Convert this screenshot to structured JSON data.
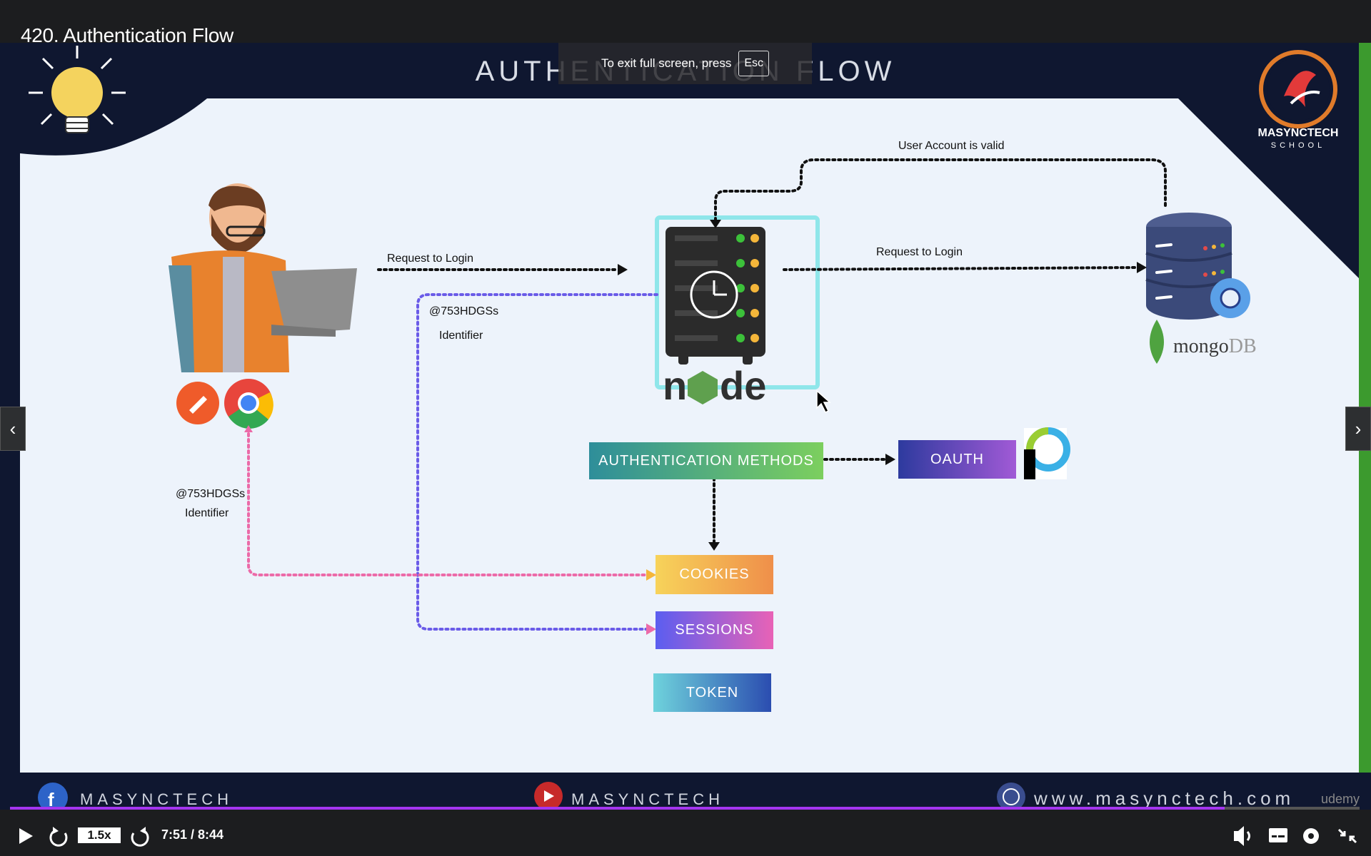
{
  "lecture": {
    "title": "420. Authentication Flow"
  },
  "slide": {
    "title": "AUTHENTICATION FLOW",
    "brand_name": "MASYNCTECH",
    "brand_sub": "SCHOOL",
    "labels": {
      "request_login_left": "Request to Login",
      "request_login_right": "Request to Login",
      "user_account_valid": "User Account is valid",
      "identifier_code_1": "@753HDGSs",
      "identifier_1": "Identifier",
      "identifier_code_2": "@753HDGSs",
      "identifier_2": "Identifier",
      "mongo_part1": "mongo",
      "mongo_part2": "DB"
    },
    "methods": {
      "auth_methods": "AUTHENTICATION METHODS",
      "oauth": "OAUTH",
      "cookies": "COOKIES",
      "sessions": "SESSIONS",
      "token": "TOKEN"
    },
    "footer": {
      "facebook": "MASYNCTECH",
      "youtube": "MASYNCTECH",
      "website": "www.masynctech.com",
      "watermark": "udemy"
    },
    "colors": {
      "accent_purple": "#a435f0",
      "slide_bg": "#edf3fb",
      "dark_bg": "#0f1730"
    }
  },
  "overlay": {
    "fullscreen_hint": "To exit full screen, press",
    "key": "Esc"
  },
  "player": {
    "speed": "1.5x",
    "time": "7:51 / 8:44",
    "progress": 0.9,
    "icons": [
      "play-icon",
      "rewind-icon",
      "forward-icon",
      "volume-icon",
      "captions-icon",
      "settings-icon",
      "exit-fullscreen-icon"
    ]
  }
}
